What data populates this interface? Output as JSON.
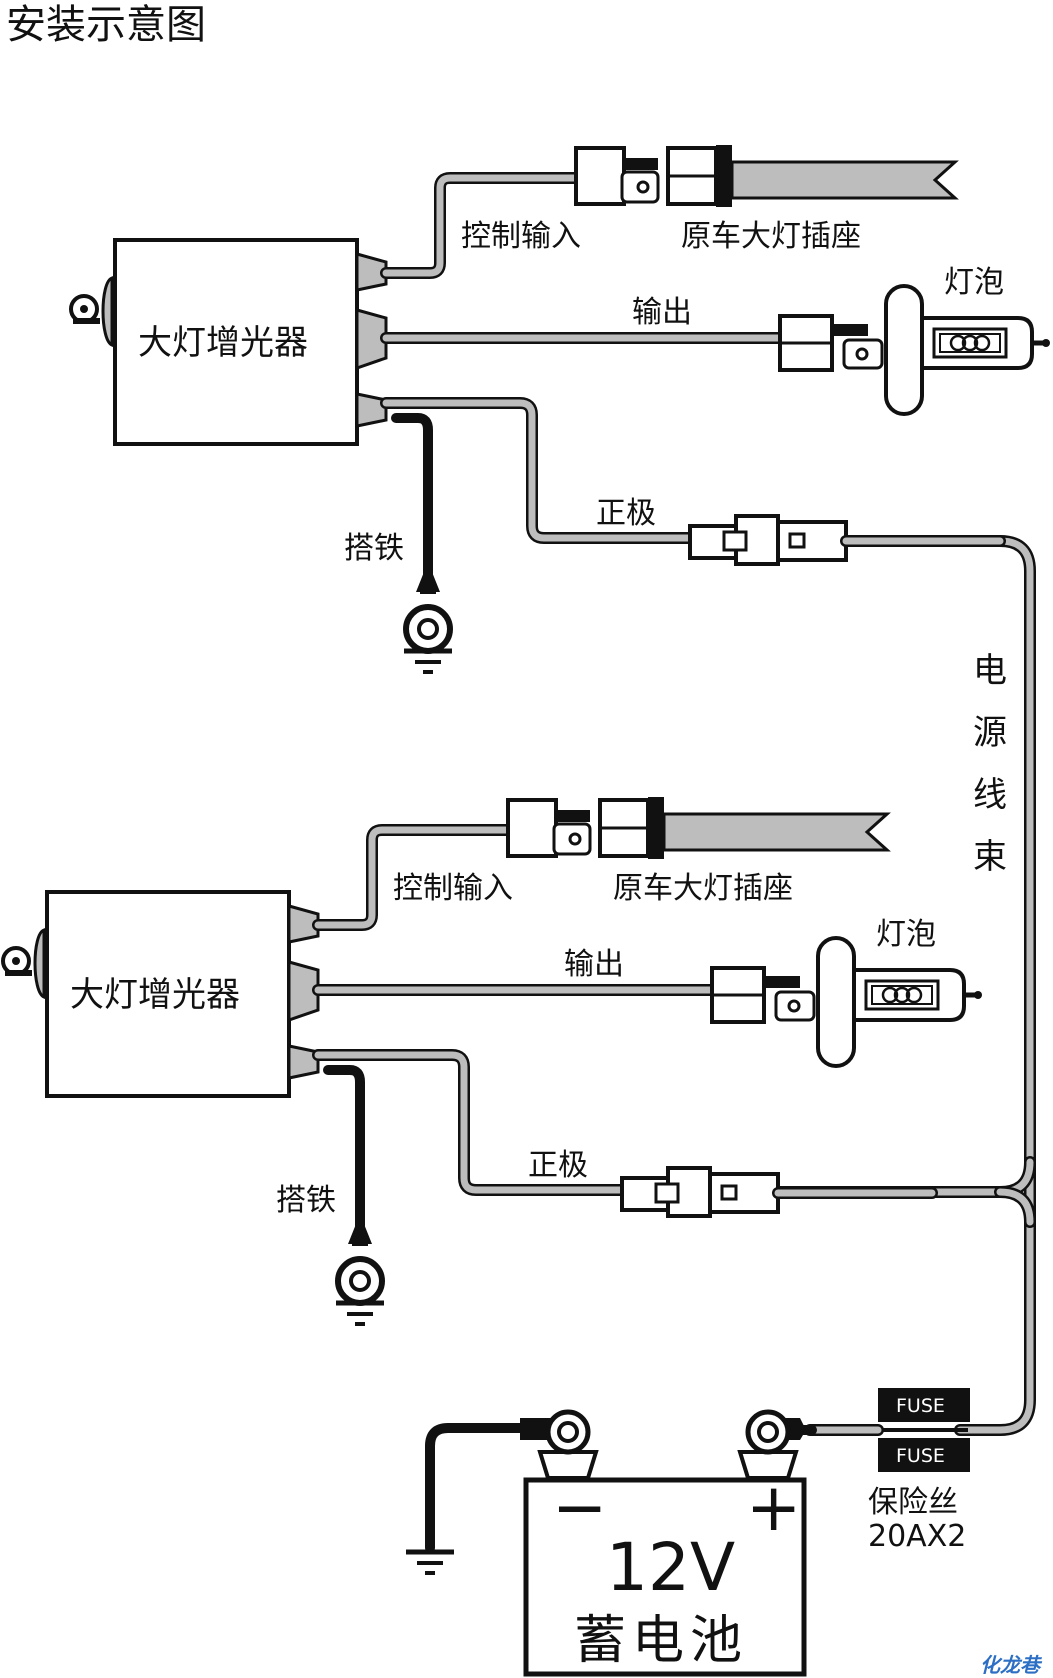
{
  "title": "安装示意图",
  "units": [
    {
      "unit_label": "大灯增光器",
      "control_input_label": "控制输入",
      "headlight_socket_label": "原车大灯插座",
      "output_label": "输出",
      "bulb_label": "灯泡",
      "positive_label": "正极",
      "ground_label": "搭铁"
    },
    {
      "unit_label": "大灯增光器",
      "control_input_label": "控制输入",
      "headlight_socket_label": "原车大灯插座",
      "output_label": "输出",
      "bulb_label": "灯泡",
      "positive_label": "正极",
      "ground_label": "搭铁"
    }
  ],
  "harness_label": [
    "电",
    "源",
    "线",
    "束"
  ],
  "fuses": [
    "FUSE",
    "FUSE"
  ],
  "fuse_label": "保险丝",
  "fuse_rating": "20AX2",
  "battery": {
    "minus": "−",
    "plus": "+",
    "voltage": "12V",
    "name": "蓄电池"
  },
  "watermark": "化龙巷"
}
